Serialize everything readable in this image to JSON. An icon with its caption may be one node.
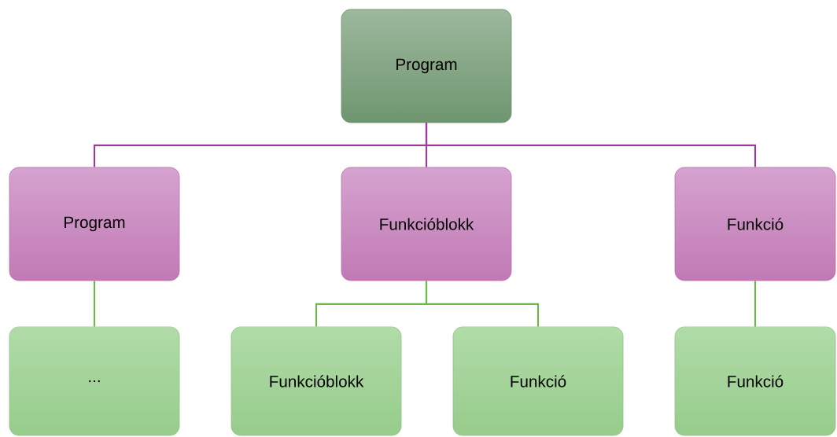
{
  "diagram": {
    "nodes": [
      {
        "text": [
          "Program"
        ]
      },
      {
        "text": [
          "Program"
        ]
      },
      {
        "text": [
          "Funkcióblokk"
        ]
      },
      {
        "text": [
          "Funkció"
        ]
      },
      {
        "text": [
          "..."
        ]
      },
      {
        "text": [
          "Funkcióblokk"
        ]
      },
      {
        "text": [
          "Funkció"
        ]
      },
      {
        "text": [
          "Funkció"
        ]
      }
    ],
    "edges": [
      {
        "from": 0,
        "to": 1,
        "arrow": "none",
        "color": "#9e3a9c"
      },
      {
        "from": 0,
        "to": 2,
        "arrow": "none",
        "color": "#9e3a9c"
      },
      {
        "from": 0,
        "to": 3,
        "arrow": "none",
        "color": "#9e3a9c"
      },
      {
        "from": 1,
        "to": 4,
        "arrow": "none"
      },
      {
        "from": 2,
        "to": 5,
        "arrow": "none"
      },
      {
        "from": 2,
        "to": 6,
        "arrow": "none"
      },
      {
        "from": 3,
        "to": 7,
        "arrow": "none"
      }
    ]
  }
}
